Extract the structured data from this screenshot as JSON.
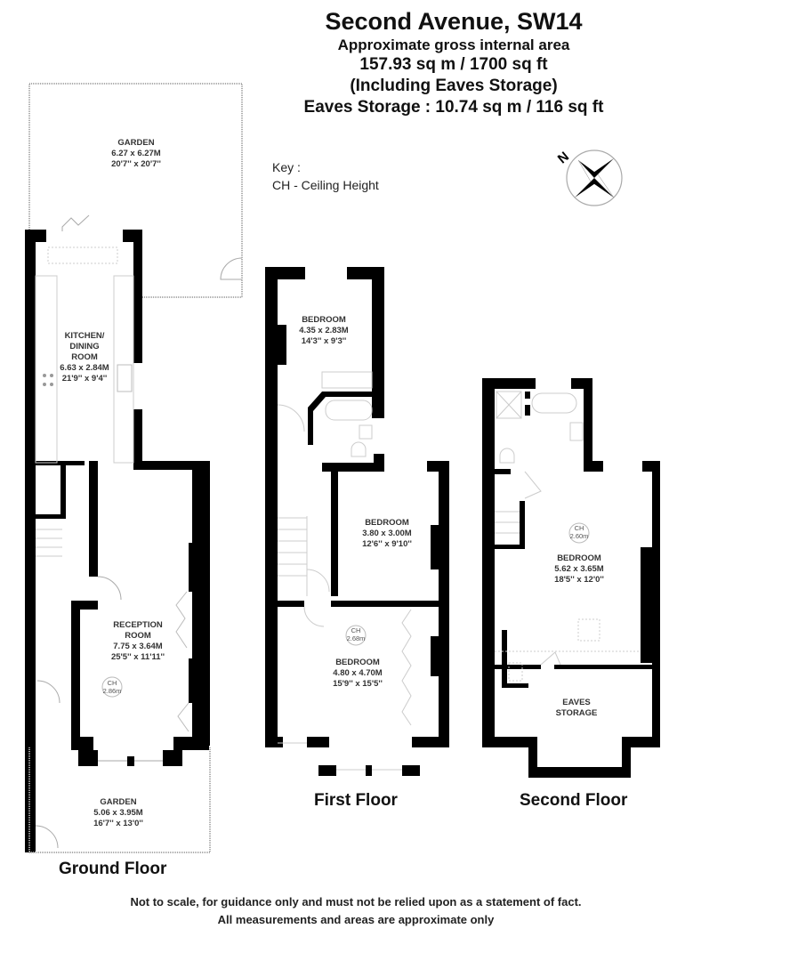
{
  "header": {
    "title": "Second Avenue, SW14",
    "subtitle": "Approximate gross internal area",
    "area_total": "157.93 sq m /  1700 sq ft",
    "area_note": "(Including Eaves Storage)",
    "eaves_area": "Eaves Storage : 10.74 sq m /  116 sq ft"
  },
  "key": {
    "title": "Key :",
    "items": [
      "CH - Ceiling Height"
    ]
  },
  "compass": {
    "label": "N",
    "icon": "compass-rose-icon"
  },
  "floors": {
    "ground": {
      "label": "Ground Floor",
      "rooms": [
        {
          "name": "GARDEN",
          "metric": "6.27 x 6.27M",
          "imperial": "20'7'' x 20'7''"
        },
        {
          "name": "KITCHEN/",
          "name2": "DINING",
          "name3": "ROOM",
          "metric": "6.63 x 2.84M",
          "imperial": "21'9'' x 9'4''"
        },
        {
          "name": "RECEPTION",
          "name2": "ROOM",
          "metric": "7.75 x 3.64M",
          "imperial": "25'5'' x 11'11''",
          "ch_label": "CH",
          "ch_value": "2.86m"
        },
        {
          "name": "GARDEN",
          "metric": "5.06 x 3.95M",
          "imperial": "16'7'' x 13'0''"
        }
      ]
    },
    "first": {
      "label": "First Floor",
      "rooms": [
        {
          "name": "BEDROOM",
          "metric": "4.35 x 2.83M",
          "imperial": "14'3'' x 9'3''"
        },
        {
          "name": "BEDROOM",
          "metric": "3.80 x 3.00M",
          "imperial": "12'6'' x 9'10''"
        },
        {
          "name": "BEDROOM",
          "metric": "4.80 x 4.70M",
          "imperial": "15'9'' x 15'5''",
          "ch_label": "CH",
          "ch_value": "2.68m"
        }
      ]
    },
    "second": {
      "label": "Second Floor",
      "rooms": [
        {
          "name": "BEDROOM",
          "metric": "5.62 x 3.65M",
          "imperial": "18'5'' x 12'0''",
          "ch_label": "CH",
          "ch_value": "2.60m"
        },
        {
          "name": "EAVES",
          "name2": "STORAGE"
        }
      ]
    }
  },
  "footer": {
    "line1": "Not to scale, for guidance only and must not be relied upon as a statement of fact.",
    "line2": "All measurements and areas are approximate only"
  },
  "colors": {
    "wall": "#000000",
    "outline": "#999999",
    "fixture": "#bbbbbb",
    "text": "#333333"
  }
}
